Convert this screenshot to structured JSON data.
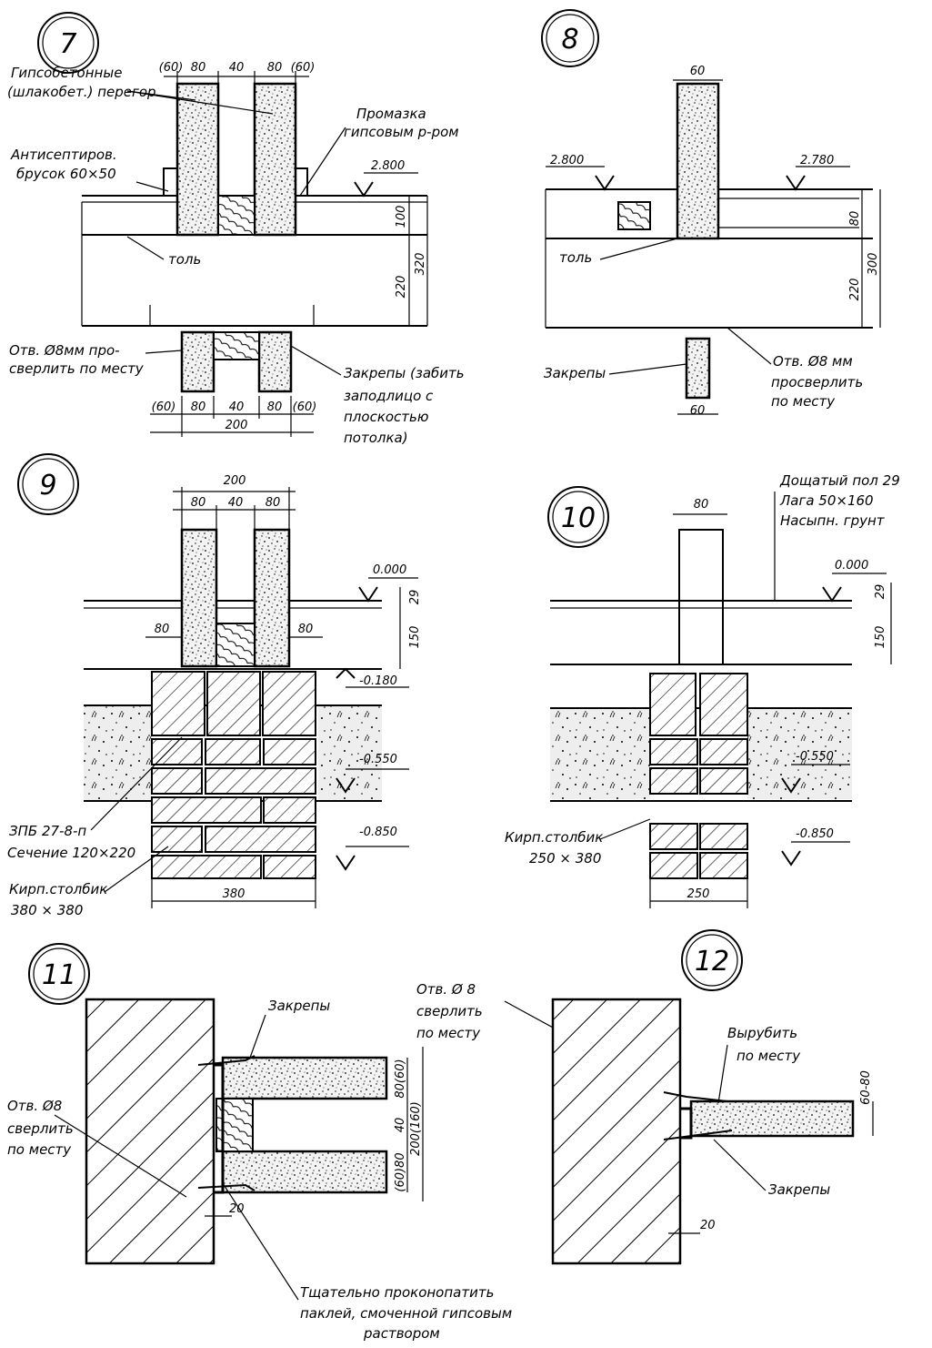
{
  "details": [
    {
      "number": "7",
      "labels": {
        "partitions": [
          "Гипсобетонные",
          "(шлакобет.) перегор."
        ],
        "brace": [
          "Антисептиров.",
          "брусок 60×50"
        ],
        "coating": [
          "Промазка",
          "гипсовым р-ром"
        ],
        "tol": "толь",
        "hole": [
          "Отв. Ø8мм про-",
          "сверлить по месту"
        ],
        "clamps": [
          "Закрепы (забить",
          "заподлицо с",
          "плоскостью",
          "потолка)"
        ]
      },
      "elevation": "2.800",
      "dims": {
        "top": [
          "(60)",
          "80",
          "40",
          "80",
          "(60)"
        ],
        "bottom": [
          "(60)",
          "80",
          "40",
          "80",
          "(60)"
        ],
        "total": "200",
        "right": [
          "100",
          "220",
          "320"
        ]
      }
    },
    {
      "number": "8",
      "labels": {
        "tol": "толь",
        "clamps": "Закрепы",
        "hole": [
          "Отв. Ø8 мм",
          "просверлить",
          "по месту"
        ]
      },
      "elevations": [
        "2.800",
        "2.780"
      ],
      "dims": {
        "top": "60",
        "bottom": "60",
        "right": [
          "80",
          "220",
          "300"
        ]
      }
    },
    {
      "number": "9",
      "labels": {
        "lintel": [
          "ЗПБ 27-8-п",
          "Сечение 120×220"
        ],
        "post": [
          "Кирп.столбик",
          "380 × 380"
        ]
      },
      "elevations": [
        "0.000",
        "-0.180",
        "-0.550",
        "-0.850"
      ],
      "dims": {
        "top_total": "200",
        "top": [
          "80",
          "40",
          "80"
        ],
        "side": [
          "80",
          "80"
        ],
        "right": [
          "29",
          "150"
        ],
        "bottom": "380"
      }
    },
    {
      "number": "10",
      "labels": {
        "floor": [
          "Дощатый пол 29",
          "Лага        50×160",
          "Насыпн. грунт"
        ],
        "post": [
          "Кирп.столбик",
          "250 × 380"
        ]
      },
      "elevations": [
        "0.000",
        "-0.550",
        "-0.850"
      ],
      "dims": {
        "top": "80",
        "right": [
          "29",
          "150"
        ],
        "bottom": "250"
      }
    },
    {
      "number": "11",
      "labels": {
        "clamps": "Закрепы",
        "hole": [
          "Отв. Ø8",
          "сверлить",
          "по месту"
        ],
        "hole_right": [
          "Отв. Ø 8",
          "сверлить",
          "по месту"
        ],
        "caulk": [
          "Тщательно   проконопатить",
          "паклей, смоченной гипсовым",
          "раствором"
        ]
      },
      "dims": {
        "right": [
          "80(60)",
          "40",
          "(60)80"
        ],
        "right_total": "200(160)",
        "gap": "20"
      }
    },
    {
      "number": "12",
      "labels": {
        "cut": [
          "Вырубить",
          "по месту"
        ],
        "clamps": "Закрепы"
      },
      "dims": {
        "right": "60-80",
        "gap": "20"
      }
    }
  ]
}
